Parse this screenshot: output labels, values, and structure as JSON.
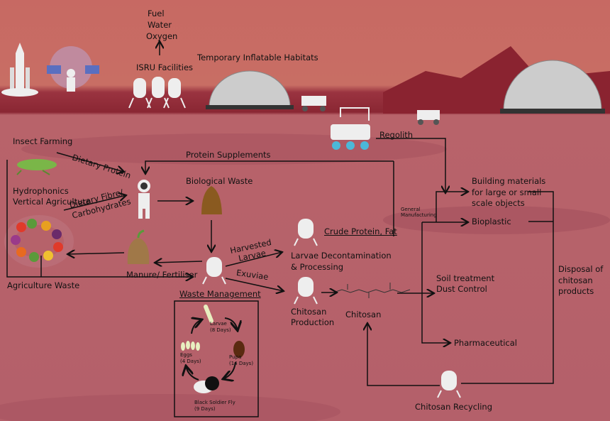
{
  "resources": [
    "Fuel",
    "Water",
    "Oxygen"
  ],
  "isru": "ISRU Facilities",
  "habitats": "Temporary Inflatable Habitats",
  "regolith": "Regolith",
  "insect_farming": "Insect Farming",
  "dietary_protein": "Dietary Protein",
  "protein_supplements": "Protein Supplements",
  "biological_waste": "Biological Waste",
  "hydroponics": [
    "Hydrophonics",
    "Vertical Agriculture"
  ],
  "dietary_fibre": [
    "Dietary Fibre/",
    "Carbohydrates"
  ],
  "building_materials": [
    "Building materials",
    "for large or small",
    "scale objects"
  ],
  "general_manufacturing": [
    "General",
    "Manufacturing"
  ],
  "bioplastic": "Bioplastic",
  "crude_protein": "Crude Protein, Fat",
  "harvested_larvae": [
    "Harvested",
    "Larvae"
  ],
  "larvae_processing": [
    "Larvae Decontamination",
    "& Processing"
  ],
  "manure": "Manure/ Fertiliser",
  "exuviae": "Exuviae",
  "soil_treatment": [
    "Soil treatment",
    "Dust Control"
  ],
  "disposal": [
    "Disposal of",
    "chitosan",
    "products"
  ],
  "agriculture_waste": "Agriculture Waste",
  "waste_management": "Waste Management",
  "chitosan_production": [
    "Chitosan",
    "Production"
  ],
  "chitosan": "Chitosan",
  "pharmaceutical": "Pharmaceutical",
  "chitosan_recycling": "Chitosan Recycling",
  "lifecycle": {
    "larvae": [
      "Larvae",
      "(8 Days)"
    ],
    "pupa": [
      "Pupa",
      "(14 Days)"
    ],
    "fly": [
      "Black Soldier Fly",
      "(9 Days)"
    ],
    "eggs": [
      "Eggs",
      "(4 Days)"
    ]
  },
  "colors": {
    "sky": "#c76963",
    "ground": "#b4606a",
    "horizon": "#8a2733"
  }
}
